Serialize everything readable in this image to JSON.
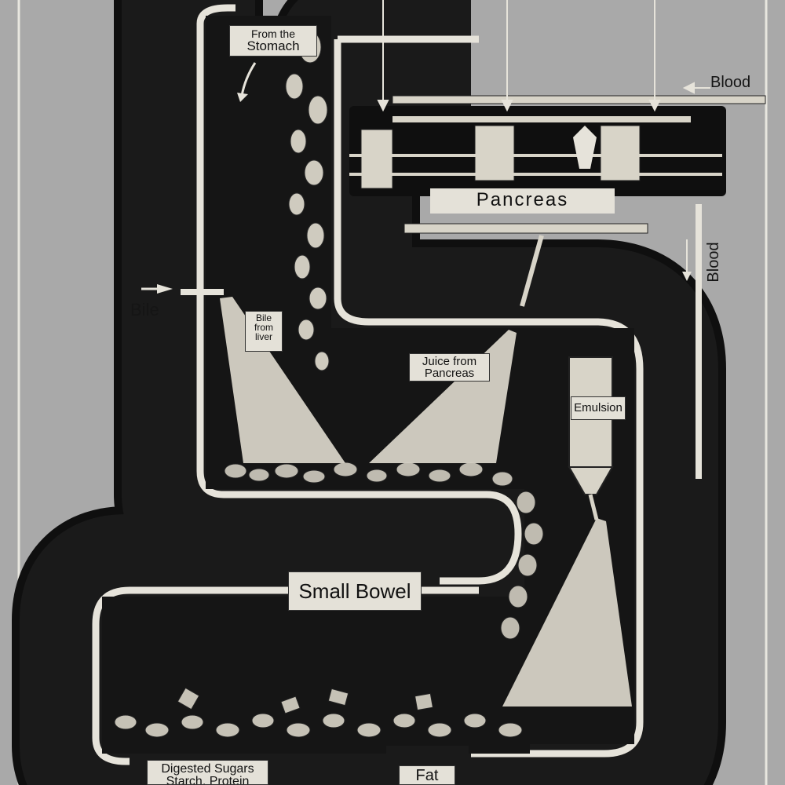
{
  "labels": {
    "from_stomach_line1": "From the",
    "from_stomach_line2": "Stomach",
    "blood_in": "Blood",
    "blood_out": "Blood",
    "pancreas": "Pancreas",
    "bile": "Bile",
    "bile_from_liver_line1": "Bile",
    "bile_from_liver_line2": "from",
    "bile_from_liver_line3": "liver",
    "juice_from_pancreas_line1": "Juice from",
    "juice_from_pancreas_line2": "Pancreas",
    "emulsion": "Emulsion",
    "small_bowel": "Small Bowel",
    "digested_line1": "Digested Sugars",
    "digested_line2": "Starch, Protein",
    "fat": "Fat"
  },
  "colors": {
    "background": "#a9a9a9",
    "tube_wall": "#e6e3da",
    "tube_interior": "#141414",
    "label_fill": "#e4e1d8",
    "spray": "#dcd8cc"
  }
}
